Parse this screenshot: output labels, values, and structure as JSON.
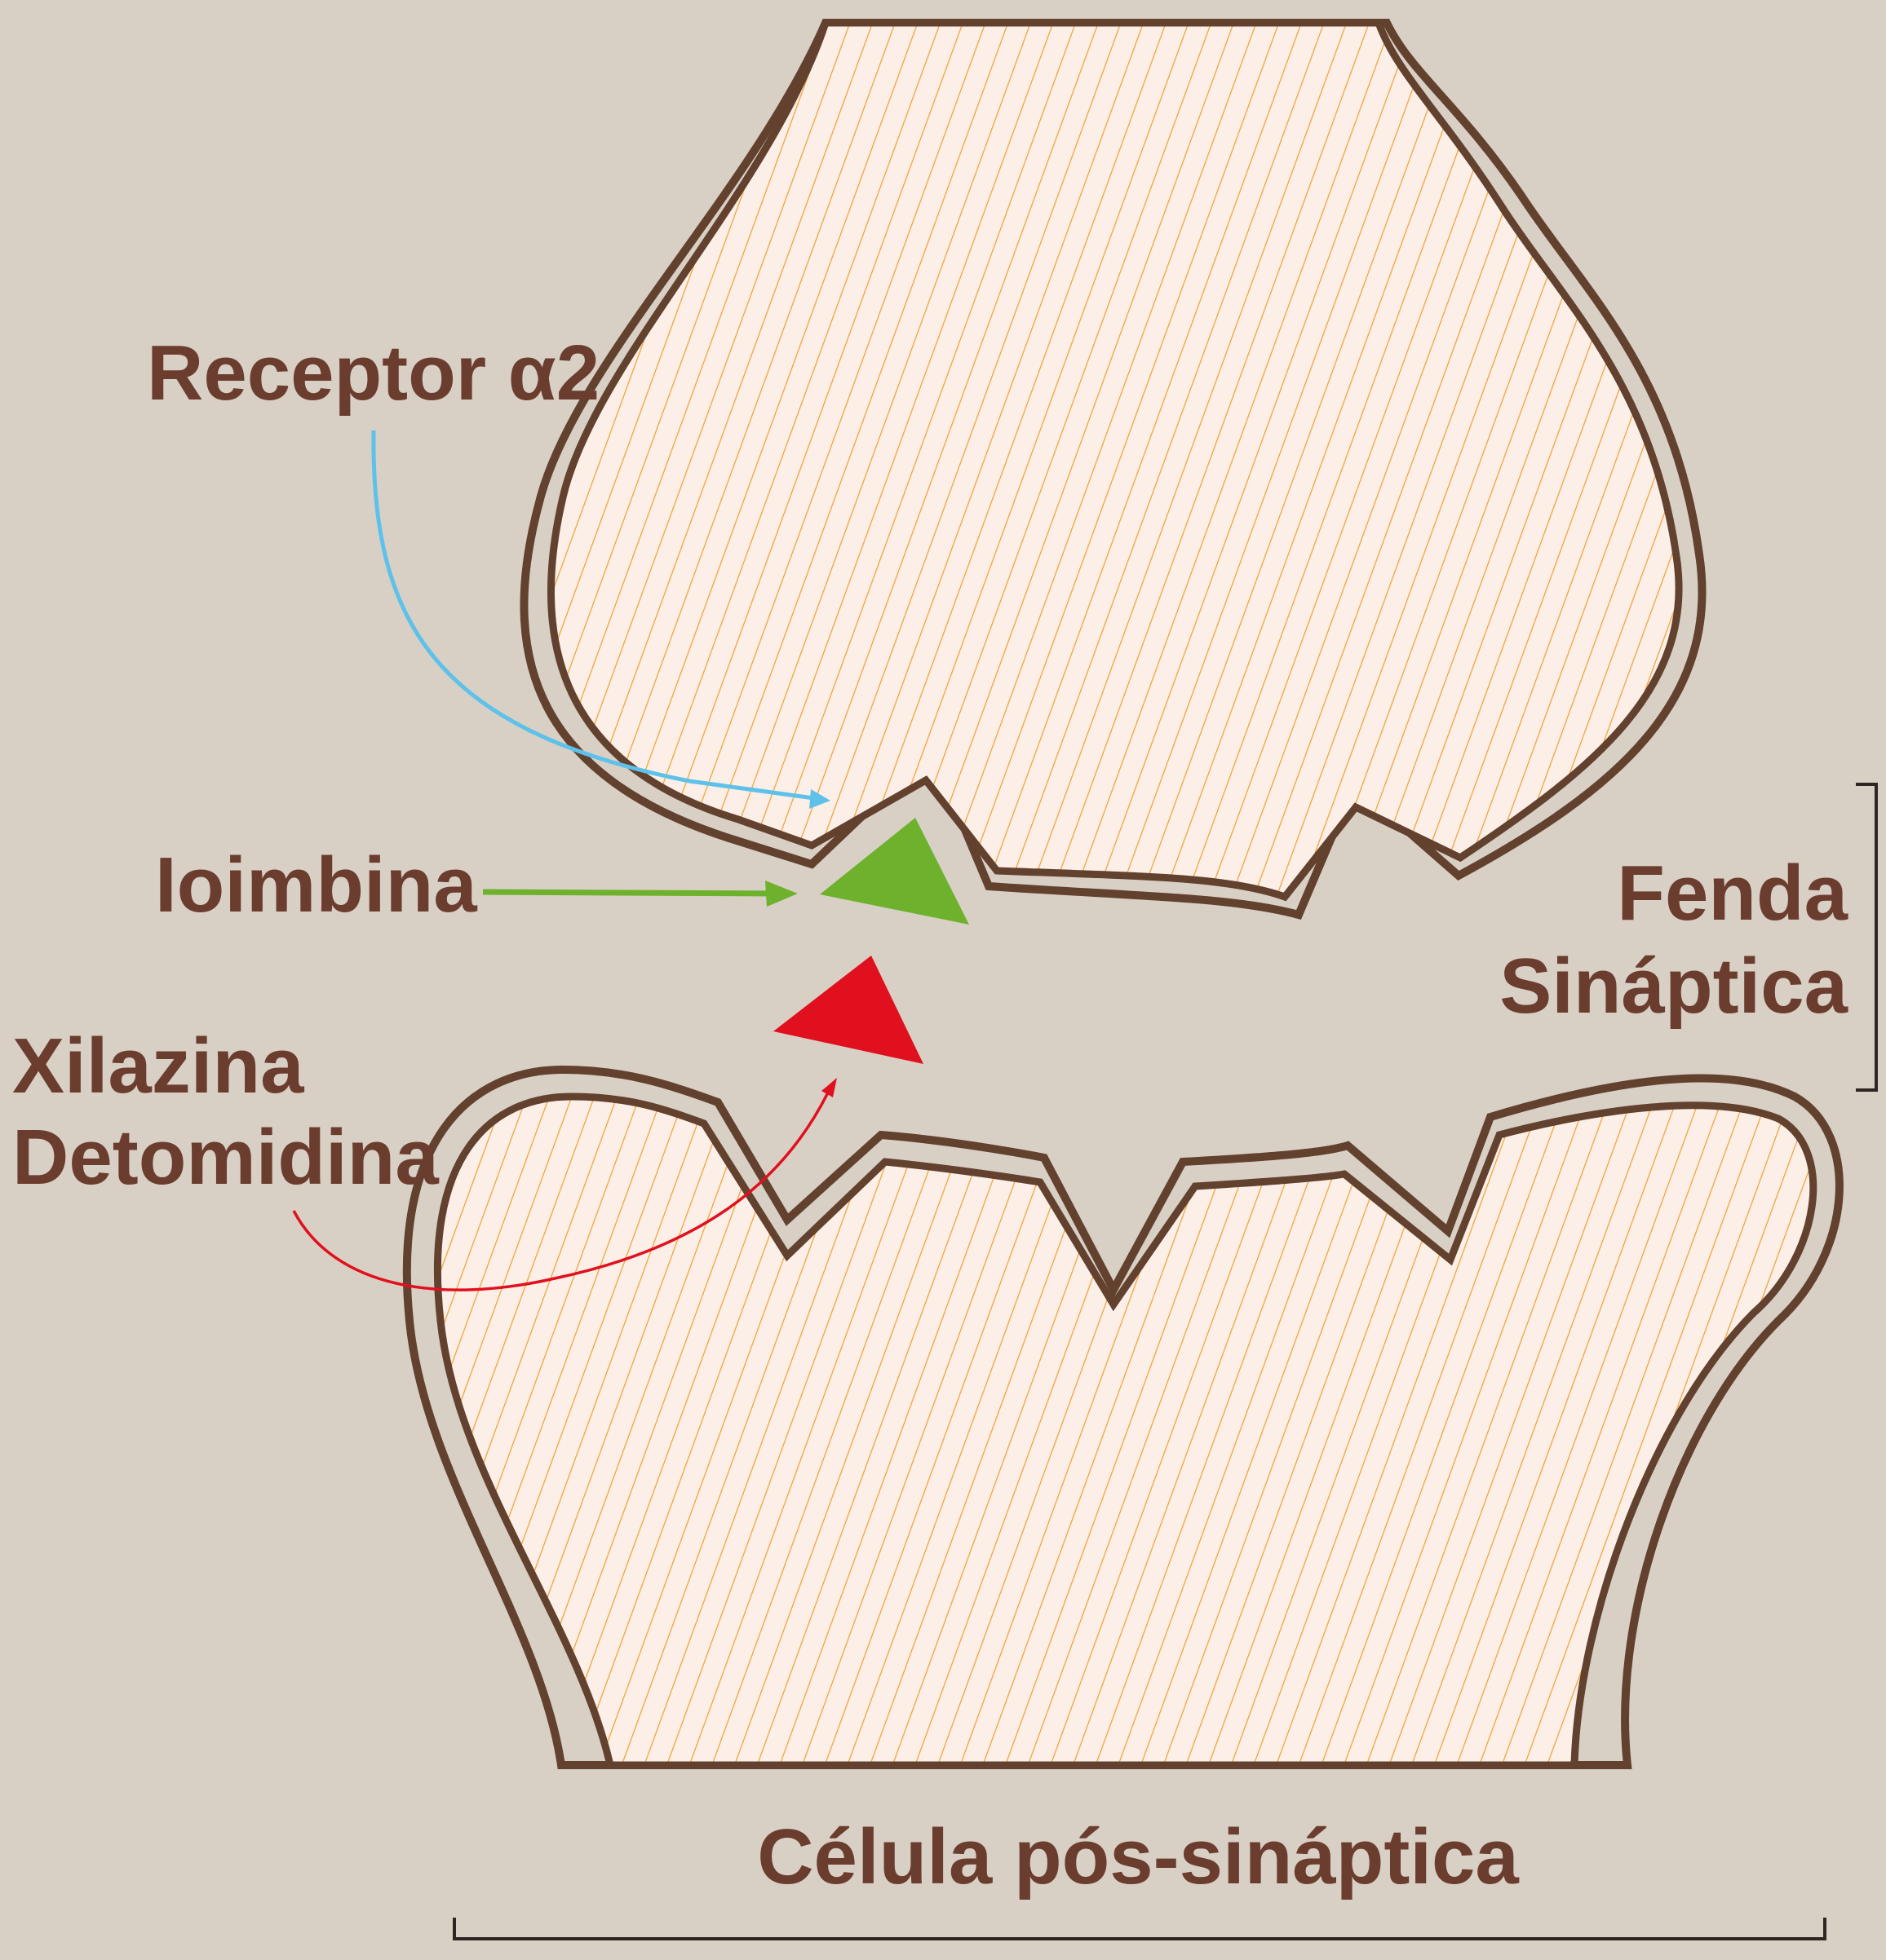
{
  "labels": {
    "receptor": "Receptor α2",
    "ioimbina": "Ioimbina",
    "xilazina": "Xilazina",
    "detomidina": "Detomidina",
    "fenda_line1": "Fenda",
    "fenda_line2": "Sináptica",
    "celula_pos": "Célula pós-sináptica"
  },
  "colors": {
    "background": "#d9d0c5",
    "cell_fill": "#fcefe7",
    "hatch": "#f0a43c",
    "membrane": "#62412f",
    "receptor_arrow": "#5ec1ea",
    "ioimbina": "#6db12c",
    "xilazina": "#e0101e",
    "text": "#6b3d2f"
  }
}
